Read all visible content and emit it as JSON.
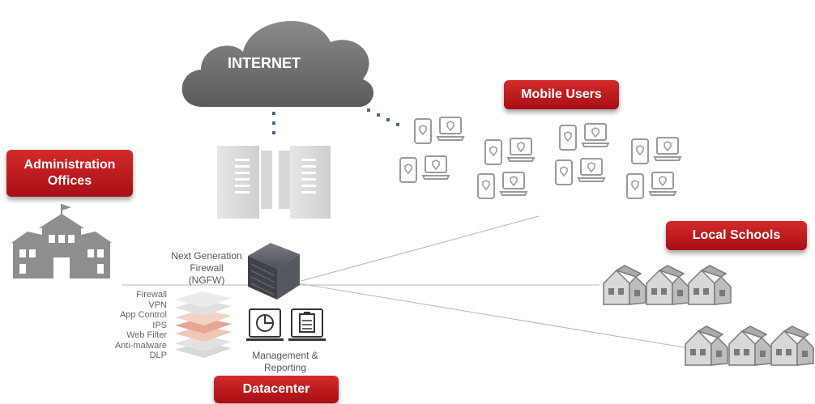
{
  "cloud": {
    "label": "INTERNET"
  },
  "badges": {
    "mobile_users": "Mobile Users",
    "administration_offices": "Administration\nOffices",
    "local_schools": "Local Schools",
    "datacenter": "Datacenter"
  },
  "firewall": {
    "label_line1": "Next Generation",
    "label_line2": "Firewall",
    "label_line3": "(NGFW)"
  },
  "features": [
    "Firewall",
    "VPN",
    "App Control",
    "IPS",
    "Web Filter",
    "Anti-malware",
    "DLP"
  ],
  "management": {
    "line1": "Management &",
    "line2": "Reporting"
  },
  "colors": {
    "badge_red": "#c01a1f",
    "icon_gray": "#9a9a9a",
    "cloud_gray": "#6e6e6e",
    "link_blue": "#4a6a85"
  }
}
